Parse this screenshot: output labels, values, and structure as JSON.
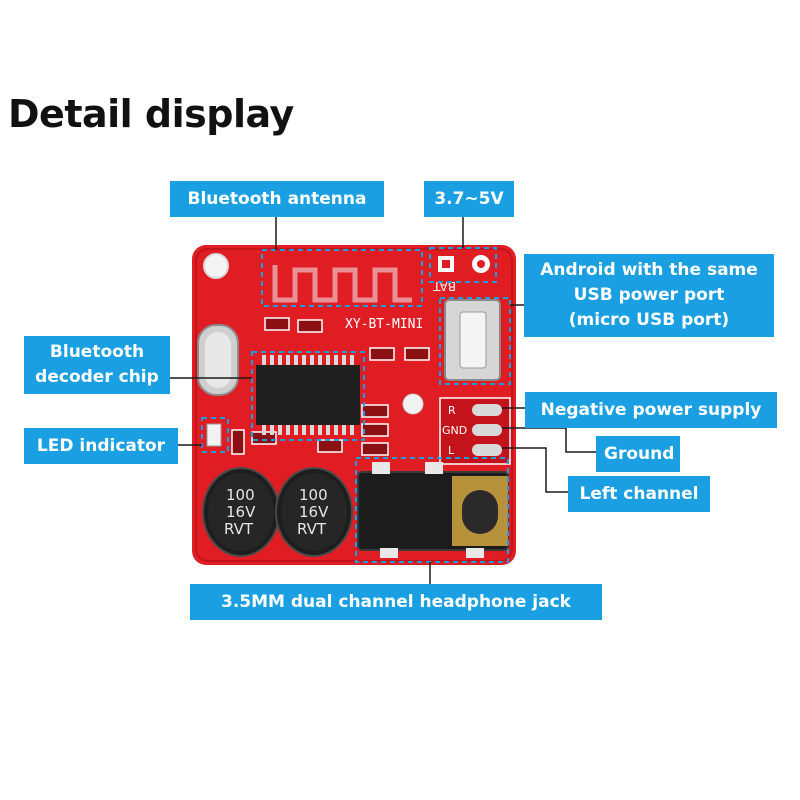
{
  "heading": "Detail display",
  "labels": {
    "antenna": "Bluetooth antenna",
    "voltage": "3.7~5V",
    "usb_line1": "Android with the same",
    "usb_line2": "USB power port",
    "usb_line3": "(micro USB port)",
    "decoder_line1": "Bluetooth",
    "decoder_line2": "decoder chip",
    "led": "LED indicator",
    "negative": "Negative power supply",
    "ground": "Ground",
    "left": "Left channel",
    "jack": "3.5MM dual channel headphone jack"
  },
  "board": {
    "model": "XY-BT-MINI",
    "bat": "BAT",
    "pin_r": "R",
    "pin_gnd": "GND",
    "pin_l": "L",
    "cap1_line1": "100",
    "cap1_line2": "16V",
    "cap1_line3": "RVT",
    "cap2_line1": "100",
    "cap2_line2": "16V",
    "cap2_line3": "RVT"
  },
  "colors": {
    "label_bg": "#1aa0e2",
    "pcb_red": "#e11d24",
    "leader": "#1a1a1a"
  }
}
